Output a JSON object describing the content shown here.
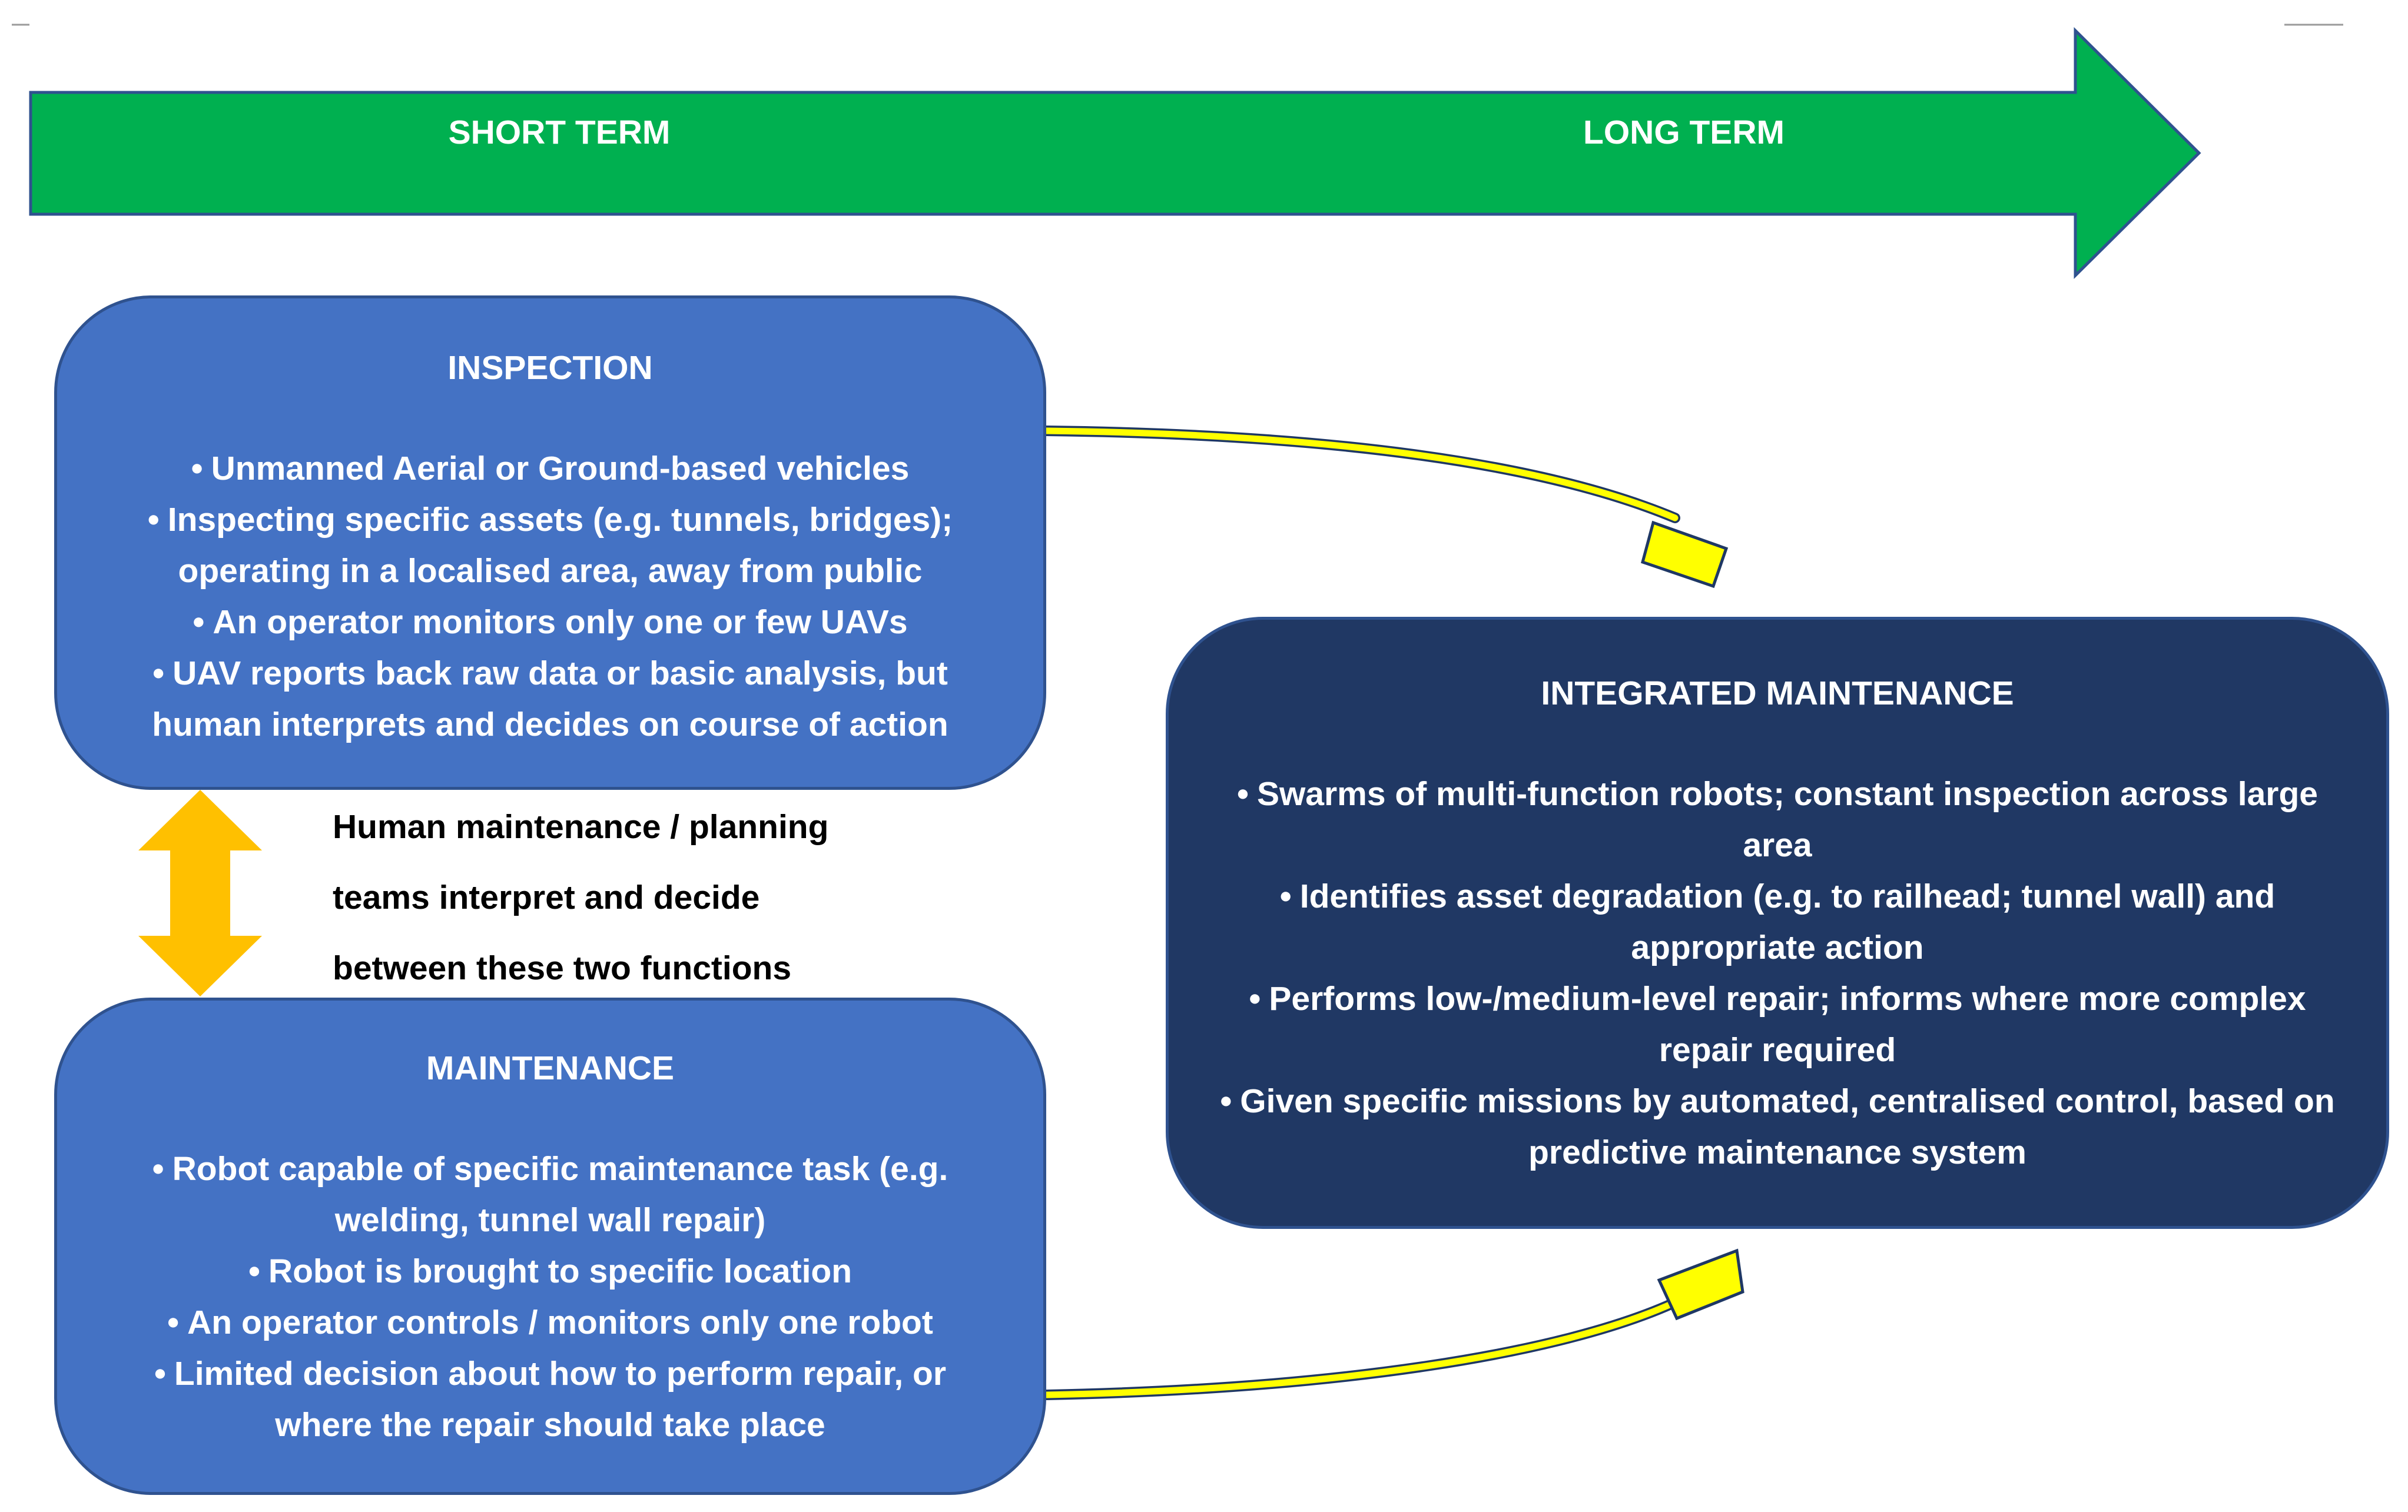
{
  "timeline": {
    "short_term_label": "SHORT TERM",
    "long_term_label": "LONG TERM",
    "arrow_color": "#00b050",
    "arrow_outline": "#2f528f"
  },
  "inspection": {
    "title": "INSPECTION",
    "items": [
      "Unmanned Aerial or Ground-based vehicles",
      "Inspecting specific assets (e.g. tunnels, bridges);",
      "operating in a localised area, away from public",
      "An operator monitors only one or few UAVs",
      "UAV reports back raw data or basic analysis, but",
      "human interprets and decides on course of action"
    ],
    "fill_color": "#4472c4"
  },
  "maintenance": {
    "title": "MAINTENANCE",
    "items": [
      "Robot capable of specific maintenance task (e.g.",
      "welding, tunnel wall repair)",
      "Robot is brought to specific location",
      "An operator controls / monitors only one robot",
      "Limited decision about how to perform repair, or",
      "where the repair should take place"
    ],
    "fill_color": "#4472c4"
  },
  "integrated_maintenance": {
    "title": "INTEGRATED MAINTENANCE",
    "items": [
      "Swarms of multi-function robots; constant inspection across large",
      "area",
      "Identifies asset degradation (e.g. to railhead; tunnel wall) and",
      "appropriate action",
      "Performs low-/medium-level repair; informs where more complex",
      "repair required",
      "Given specific missions by automated, centralised control, based on",
      "predictive maintenance system"
    ],
    "fill_color": "#203864"
  },
  "middle_note": {
    "line1": "Human maintenance / planning",
    "line2": "teams interpret and decide",
    "line3": "between these two functions"
  },
  "connectors": {
    "double_arrow_color": "#ffc000",
    "curved_arrow_color": "#ffff00"
  },
  "bullet_glyph": "•"
}
